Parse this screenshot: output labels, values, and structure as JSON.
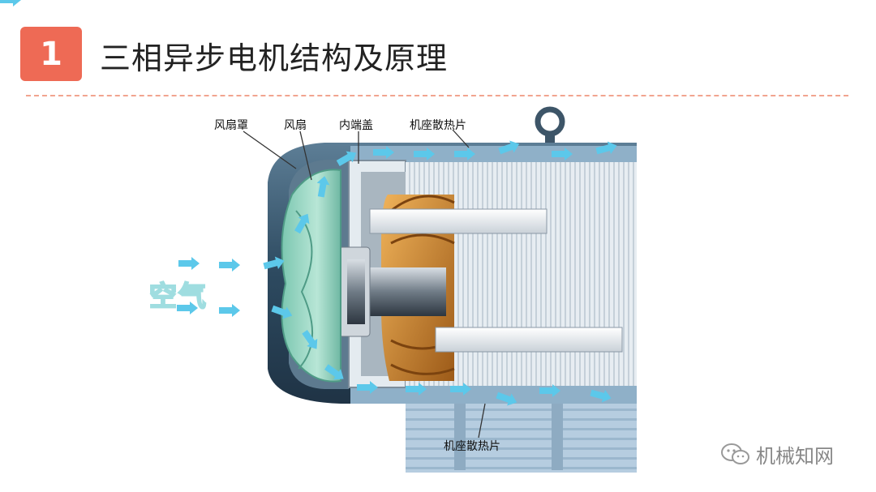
{
  "slide": {
    "number": "1",
    "title": "三相异步电机结构及原理"
  },
  "labels": {
    "fan_cover": "风扇罩",
    "fan": "风扇",
    "inner_end_cap": "内端盖",
    "frame_fins_top": "机座散热片",
    "frame_fins_bottom": "机座散热片",
    "air": "空气"
  },
  "watermark": {
    "text": "机械知网",
    "icon": "wechat-icon"
  },
  "colors": {
    "badge": "#ee6a55",
    "divider": "#f1a48f",
    "airflow": "#52c3ea",
    "housing": "#2f4a60",
    "fan": "#9ed9c4",
    "winding": "#d2892e",
    "stator": "#dfe6ec"
  }
}
